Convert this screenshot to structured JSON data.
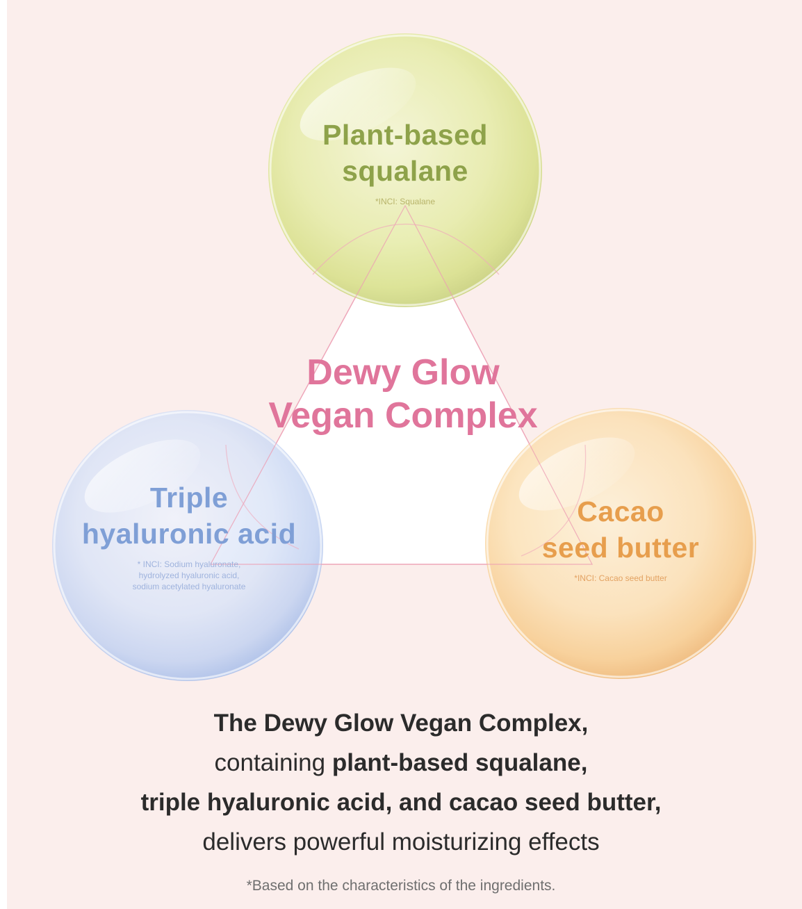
{
  "colors": {
    "background": "#fbeeec",
    "center_title": "#e0759b",
    "squalane": "#8ea24a",
    "hyaluronic": "#7f9fd6",
    "cacao": "#e79e4d",
    "text_dark": "#2b2b2b",
    "text_muted": "#6f6f6f"
  },
  "center": {
    "title_line1": "Dewy Glow",
    "title_line2": "Vegan Complex"
  },
  "ingredients": [
    {
      "title_line1": "Plant-based",
      "title_line2": "squalane",
      "inci": "*INCI: Squalane",
      "color_name": "lime-green"
    },
    {
      "title_line1": "Triple",
      "title_line2": "hyaluronic acid",
      "inci_line1": "* INCI: Sodium hyaluronate,",
      "inci_line2": "hydrolyzed hyaluronic acid,",
      "inci_line3": "sodium acetylated hyaluronate",
      "color_name": "periwinkle-blue"
    },
    {
      "title_line1": "Cacao",
      "title_line2": "seed butter",
      "inci": "*INCI: Cacao seed butter",
      "color_name": "apricot-orange"
    }
  ],
  "description": {
    "line1_bold": "The Dewy Glow Vegan Complex,",
    "line2_regular": "containing ",
    "line2_bold": "plant-based squalane,",
    "line3_bold": "triple hyaluronic acid, and cacao seed butter,",
    "line4_regular": "delivers powerful moisturizing effects"
  },
  "footnote": "*Based on the characteristics of the ingredients."
}
